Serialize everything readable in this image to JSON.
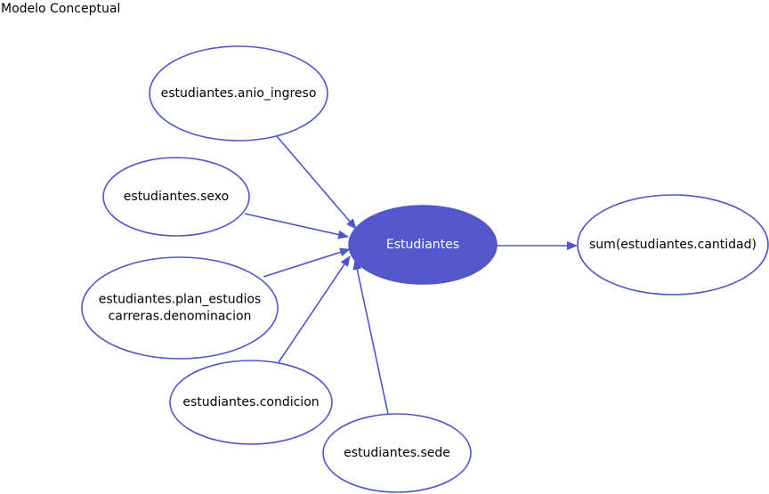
{
  "title": "Modelo Conceptual",
  "colors": {
    "stroke": "#4f56c8",
    "fact_fill": "#5257c9",
    "fact_text": "#ffffff",
    "dimension_fill": "#ffffff",
    "dimension_text": "#000000"
  },
  "fact": {
    "id": "fact",
    "lines": [
      "Estudiantes"
    ]
  },
  "dimensions": [
    {
      "id": "anio-ingreso",
      "lines": [
        "estudiantes.anio_ingreso"
      ]
    },
    {
      "id": "sexo",
      "lines": [
        "estudiantes.sexo"
      ]
    },
    {
      "id": "plan-estudios",
      "lines": [
        "estudiantes.plan_estudios",
        "carreras.denominacion"
      ]
    },
    {
      "id": "condicion",
      "lines": [
        "estudiantes.condicion"
      ]
    },
    {
      "id": "sede",
      "lines": [
        "estudiantes.sede"
      ]
    }
  ],
  "measure": {
    "id": "cantidad",
    "lines": [
      "sum(estudiantes.cantidad)"
    ]
  }
}
